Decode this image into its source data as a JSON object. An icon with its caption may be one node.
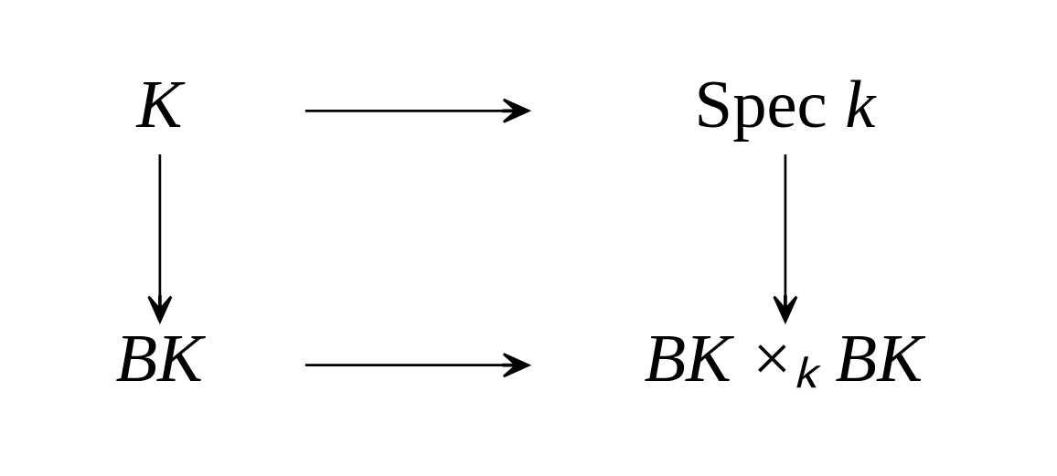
{
  "diagram": {
    "nodes": [
      {
        "text": [
          "K"
        ]
      },
      {
        "text": [
          "Spec *k*"
        ]
      },
      {
        "text": [
          "BK"
        ]
      },
      {
        "text": [
          "BK ×ₖ BK"
        ]
      }
    ],
    "edges": [
      {
        "from": 0,
        "to": 1,
        "arrow": "to"
      },
      {
        "from": 0,
        "to": 2,
        "arrow": "to"
      },
      {
        "from": 1,
        "to": 3,
        "arrow": "to"
      },
      {
        "from": 2,
        "to": 3,
        "arrow": "to"
      }
    ]
  }
}
